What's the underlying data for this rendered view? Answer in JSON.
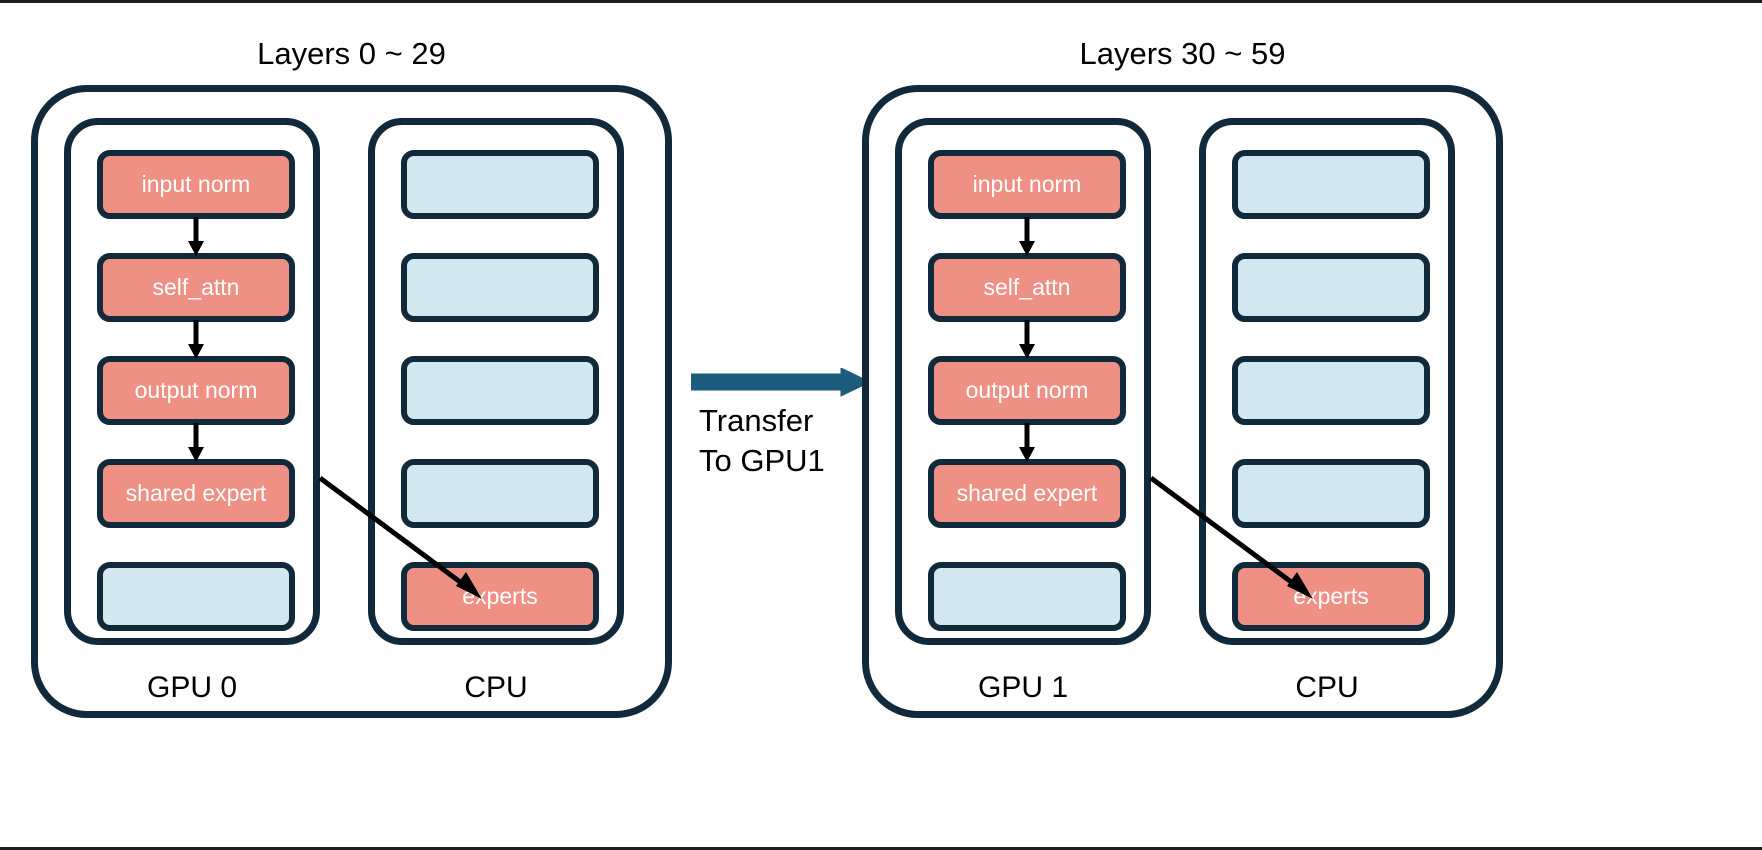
{
  "palette": {
    "outline": "#102A3C",
    "red_block": "#EE9184",
    "blue_block": "#D2E7EE",
    "transfer_arrow": "#1B5B7E",
    "text_on_block": "#ffffff",
    "page_background": "#ffffff"
  },
  "groups": [
    {
      "title": "Layers 0 ~ 29",
      "columns": [
        {
          "label": "GPU 0",
          "blocks": [
            {
              "label": "input norm",
              "color": "red"
            },
            {
              "label": "self_attn",
              "color": "red"
            },
            {
              "label": "output norm",
              "color": "red"
            },
            {
              "label": "shared expert",
              "color": "red"
            },
            {
              "label": "",
              "color": "blue"
            }
          ]
        },
        {
          "label": "CPU",
          "blocks": [
            {
              "label": "",
              "color": "blue"
            },
            {
              "label": "",
              "color": "blue"
            },
            {
              "label": "",
              "color": "blue"
            },
            {
              "label": "",
              "color": "blue"
            },
            {
              "label": "experts",
              "color": "red"
            }
          ]
        }
      ]
    },
    {
      "title": "Layers 30 ~ 59",
      "columns": [
        {
          "label": "GPU 1",
          "blocks": [
            {
              "label": "input norm",
              "color": "red"
            },
            {
              "label": "self_attn",
              "color": "red"
            },
            {
              "label": "output norm",
              "color": "red"
            },
            {
              "label": "shared expert",
              "color": "red"
            },
            {
              "label": "",
              "color": "blue"
            }
          ]
        },
        {
          "label": "CPU",
          "blocks": [
            {
              "label": "",
              "color": "blue"
            },
            {
              "label": "",
              "color": "blue"
            },
            {
              "label": "",
              "color": "blue"
            },
            {
              "label": "",
              "color": "blue"
            },
            {
              "label": "experts",
              "color": "red"
            }
          ]
        }
      ]
    }
  ],
  "transfer": {
    "line1": "Transfer",
    "line2": "To GPU1"
  }
}
